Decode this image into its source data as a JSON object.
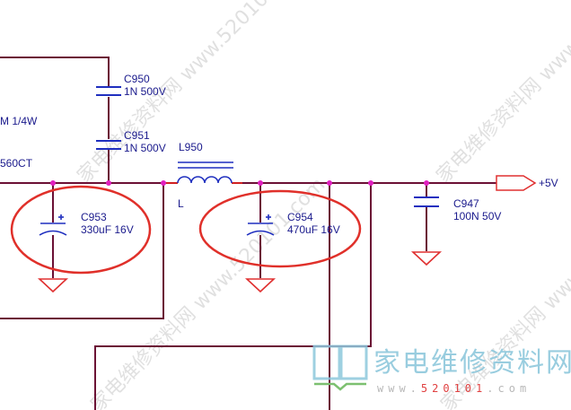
{
  "colors": {
    "wire": "#6b1035",
    "wire_red": "#d02020",
    "component": "#1f2fbf",
    "junction": "#e020c0",
    "ground": "#e03030",
    "port": "#e03030",
    "highlight": "#e0302a",
    "label": "#1a1a8c",
    "logo_blue": "#8ec8dc",
    "logo_green": "#7cc070",
    "logo_red": "#e04040"
  },
  "partial_labels": {
    "resistor_value": "M 1/4W",
    "part_number": "560CT"
  },
  "components": {
    "c950": {
      "ref": "C950",
      "value": "1N 500V"
    },
    "c951": {
      "ref": "C951",
      "value": "1N 500V"
    },
    "l950": {
      "ref": "L950",
      "value": "L"
    },
    "c953": {
      "ref": "C953",
      "value": "330uF  16V"
    },
    "c954": {
      "ref": "C954",
      "value": "470uF  16V"
    },
    "c947": {
      "ref": "C947",
      "value": "100N 50V"
    }
  },
  "port": {
    "label": "+5V"
  },
  "watermark": {
    "site_name": "家电维修资料网",
    "url_prefix": "www.",
    "url_number": "520101",
    "url_suffix": ".com",
    "diagonal_text": "家电维修资料网 www.520101.com"
  }
}
